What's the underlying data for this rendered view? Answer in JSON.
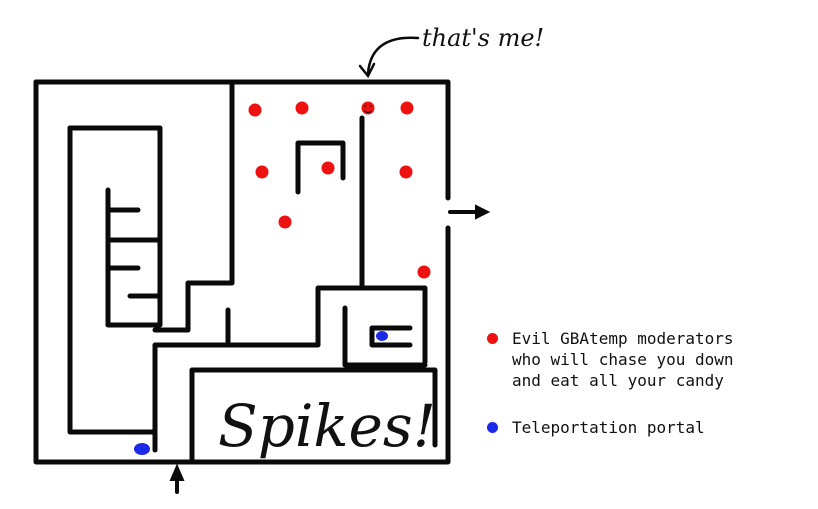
{
  "annotation": {
    "self_label": "that's me!"
  },
  "maze": {
    "spikes_label": "Spikes!",
    "colors": {
      "wall": "#0a0a0a",
      "moderator": "#ee1111",
      "portal": "#1a2ae6"
    },
    "icons": {
      "exit_arrow": "right-arrow-icon",
      "entry_arrow": "up-arrow-icon",
      "pointer": "curved-arrow-icon"
    }
  },
  "legend": {
    "moderators": "Evil GBAtemp moderators\nwho will chase you down\nand eat all your candy",
    "portal": "Teleportation portal"
  }
}
